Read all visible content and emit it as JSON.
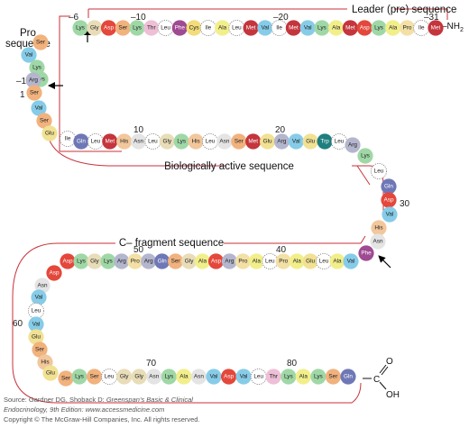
{
  "labels": {
    "leader": "Leader (pre) sequence",
    "pro_line1": "Pro",
    "pro_line2": "sequence",
    "active": "Biologically active sequence",
    "cfrag": "C– fragment sequence",
    "nh2": "–NH",
    "nh2_sub": "2",
    "cooh_c": "C",
    "cooh_o_top": "O",
    "cooh_oh": "OH",
    "pos_m6": "–6",
    "pos_m10": "–10",
    "pos_m20": "–20",
    "pos_m31": "–31",
    "pos_m1": "–1",
    "pos_1": "1",
    "pos_10": "10",
    "pos_20": "20",
    "pos_30": "30",
    "pos_40": "40",
    "pos_50": "50",
    "pos_60": "60",
    "pos_70": "70",
    "pos_80": "80"
  },
  "footer": {
    "line1": "Source: Gardner DG, Shoback D: ",
    "line1_italic": "Greenspan’s Basic & Clinical",
    "line2": "Endocrinology, 9th Edition: www.accessmedicine.com",
    "line3": "Copyright © The McGraw-Hill Companies, Inc. All rights reserved."
  },
  "sequences": {
    "leader_row": [
      "Lys",
      "Gly",
      "Asp",
      "Ser",
      "Lys",
      "Thr",
      "Leu",
      "Phe",
      "Cys",
      "Ile",
      "Ala",
      "Leu",
      "Met",
      "Val",
      "Ile",
      "Met",
      "Val",
      "Lys",
      "Ala",
      "Met",
      "Asp",
      "Lys",
      "Ala",
      "Pro",
      "Ile",
      "Met"
    ],
    "pro_col": [
      "Ser",
      "Val",
      "Lys",
      "Lys",
      "Arg"
    ],
    "active_col": [
      "Ser",
      "Val",
      "Ser",
      "Glu",
      "Ile"
    ],
    "active_row": [
      "Gln",
      "Leu",
      "Met",
      "His",
      "Asn",
      "Leu",
      "Gly",
      "Lys",
      "His",
      "Leu",
      "Asn",
      "Ser",
      "Met",
      "Glu",
      "Arg",
      "Val",
      "Glu",
      "Trp",
      "Leu"
    ],
    "active_turn": [
      "Arg",
      "Lys",
      "Leu",
      "Gln",
      "Asp",
      "Val"
    ],
    "cfrag_turn": [
      "His",
      "Asn",
      "Phe"
    ],
    "cfrag_row": [
      "Asp",
      "Lys",
      "Gly",
      "Lys",
      "Arg",
      "Pro",
      "Arg",
      "Gln",
      "Ser",
      "Gly",
      "Ala",
      "Asp",
      "Arg",
      "Pro",
      "Ala",
      "Leu",
      "Pro",
      "Ala",
      "Glu",
      "Leu",
      "Ala",
      "Val"
    ],
    "left_col": [
      "Asp",
      "Asn",
      "Val",
      "Leu",
      "Val",
      "Glu",
      "Ser",
      "His",
      "Glu",
      "Ser"
    ],
    "bottom_row": [
      "Lys",
      "Ser",
      "Leu",
      "Gly",
      "Gly",
      "Asn",
      "Lys",
      "Ala",
      "Asn",
      "Val",
      "Asp",
      "Val",
      "Leu",
      "Thr",
      "Lys",
      "Ala",
      "Lys",
      "Ser",
      "Gln"
    ]
  },
  "colors": {
    "Lys": "#9fd8a6",
    "Gly": "#e8ddb8",
    "Asp": "#e4473b",
    "Ser": "#f1b27d",
    "Thr": "#eebfd6",
    "Leu": "#ffffff",
    "Phe": "#9f4a92",
    "Cys": "#f3dc7a",
    "Ile": "#ffffff",
    "Ala": "#f2ef8b",
    "Met": "#c4353c",
    "Val": "#86cce8",
    "Pro": "#f3e0a5",
    "Arg": "#b4b6ce",
    "Glu": "#f1e193",
    "Gln": "#6f78b6",
    "His": "#f2c79b",
    "Asn": "#e4e4e4",
    "Trp": "#1f7e7e"
  },
  "dotted_residues": [
    "Leu",
    "Ile"
  ],
  "dark_text_residues": [
    "Phe",
    "Asp",
    "Met",
    "Gln",
    "Trp"
  ],
  "accent": {
    "bracket": "#c8323a"
  }
}
